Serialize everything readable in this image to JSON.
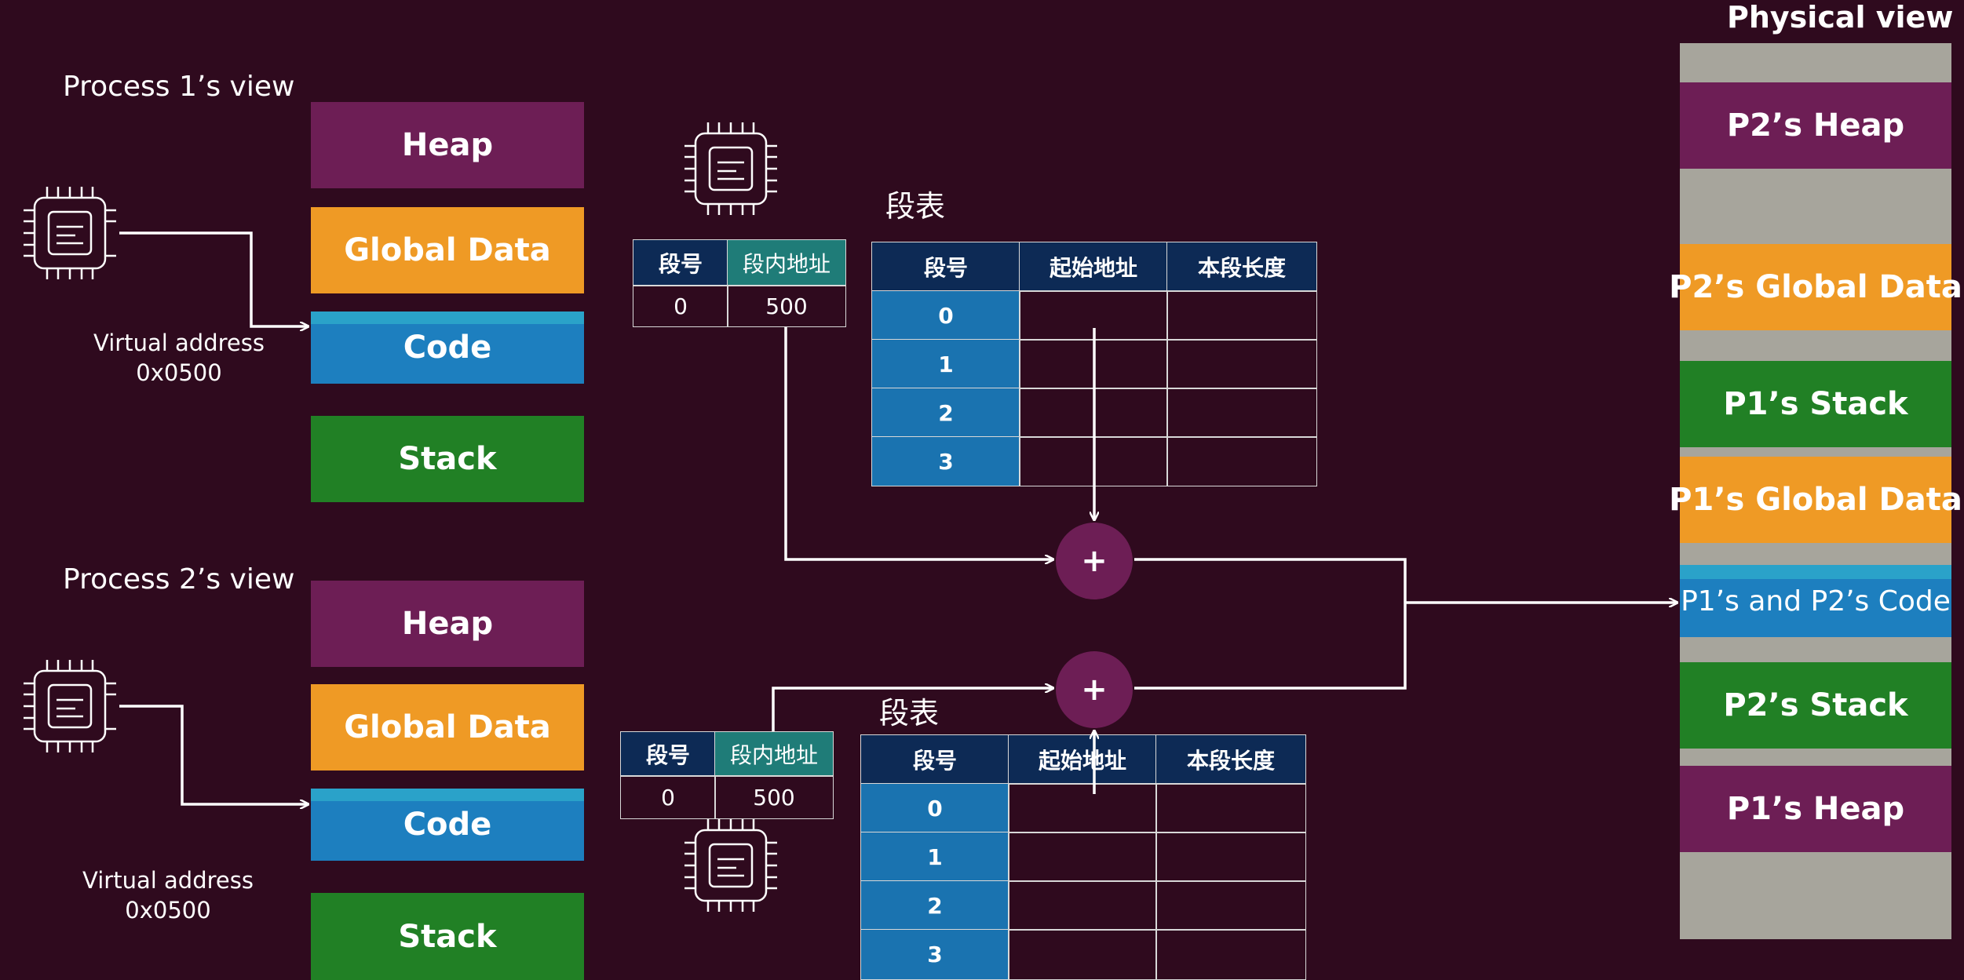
{
  "process1": {
    "title": "Process 1’s view",
    "virtual_address_line1": "Virtual address",
    "virtual_address_line2": "0x0500",
    "segments": [
      "Heap",
      "Global Data",
      "Code",
      "Stack"
    ]
  },
  "process2": {
    "title": "Process 2’s view",
    "virtual_address_line1": "Virtual address",
    "virtual_address_line2": "0x0500",
    "segments": [
      "Heap",
      "Global Data",
      "Code",
      "Stack"
    ]
  },
  "address1": {
    "h_seg": "段号",
    "h_off": "段内地址",
    "seg": "0",
    "off": "500"
  },
  "address2": {
    "h_seg": "段号",
    "h_off": "段内地址",
    "seg": "0",
    "off": "500"
  },
  "table1": {
    "title": "段表",
    "headers": [
      "段号",
      "起始地址",
      "本段长度"
    ],
    "rows": [
      "0",
      "1",
      "2",
      "3"
    ]
  },
  "table2": {
    "title": "段表",
    "headers": [
      "段号",
      "起始地址",
      "本段长度"
    ],
    "rows": [
      "0",
      "1",
      "2",
      "3"
    ]
  },
  "adders": [
    "+",
    "+"
  ],
  "physical": {
    "title": "Physical view",
    "blocks": [
      "P2’s Heap",
      "P2’s Global Data",
      "P1’s Stack",
      "P1’s Global Data",
      "P1’s and P2’s  Code",
      "P2’s Stack",
      "P1’s Heap"
    ]
  },
  "colors": {
    "background": "#2f0a1e",
    "heap": "#6d1e55",
    "global_data": "#ef9a25",
    "code": "#1d7fbf",
    "stack": "#218025",
    "free_memory": "#a7a59c",
    "table_header": "#0d2a55",
    "table_index": "#1a73b0"
  },
  "icons": [
    "cpu-chip-icon"
  ]
}
